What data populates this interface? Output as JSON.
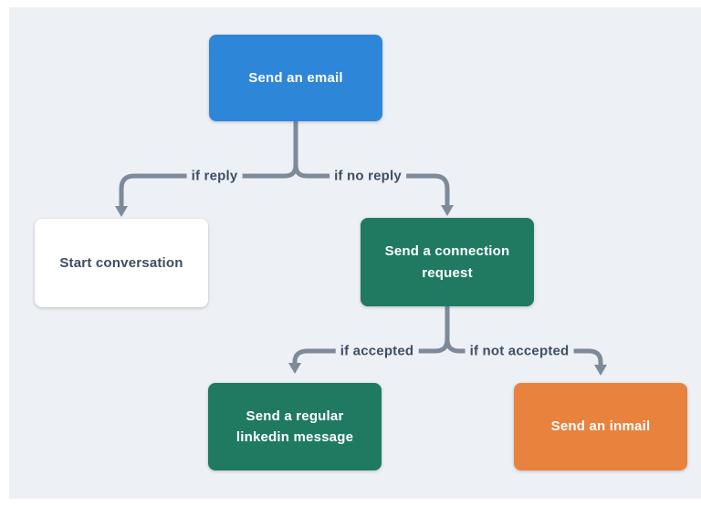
{
  "diagram": {
    "type": "flowchart",
    "background_color": "#edf0f4",
    "connector_color": "#7c8a99",
    "edge_label_text_color": "#3d4f63",
    "nodes": [
      {
        "id": "send-email",
        "label": "Send an email",
        "fill": "#2e86d8",
        "text_color": "#ffffff"
      },
      {
        "id": "start-conversation",
        "label": "Start conversation",
        "fill": "#ffffff",
        "text_color": "#3e4c5e"
      },
      {
        "id": "send-connection-request",
        "label": "Send a connection request",
        "fill": "#1f7a61",
        "text_color": "#ffffff"
      },
      {
        "id": "send-linkedin-message",
        "label": "Send a regular linkedin message",
        "fill": "#1f7a61",
        "text_color": "#ffffff"
      },
      {
        "id": "send-inmail",
        "label": "Send an inmail",
        "fill": "#e8823d",
        "text_color": "#ffffff"
      }
    ],
    "edges": [
      {
        "from": "send-email",
        "to": "start-conversation",
        "label": "if reply"
      },
      {
        "from": "send-email",
        "to": "send-connection-request",
        "label": "if no reply"
      },
      {
        "from": "send-connection-request",
        "to": "send-linkedin-message",
        "label": "if accepted"
      },
      {
        "from": "send-connection-request",
        "to": "send-inmail",
        "label": "if not accepted"
      }
    ]
  }
}
